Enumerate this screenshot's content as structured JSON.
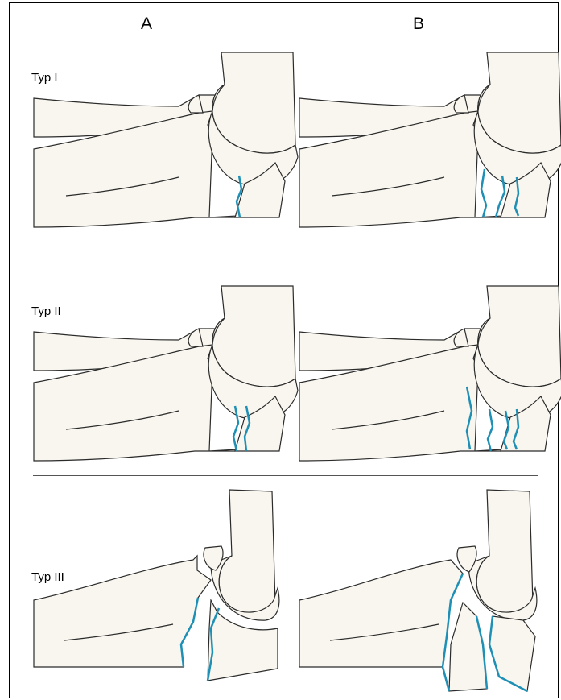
{
  "columns": {
    "a_label": "A",
    "b_label": "B"
  },
  "rows": [
    {
      "label": "Typ I"
    },
    {
      "label": "Typ II"
    },
    {
      "label": "Typ III"
    }
  ],
  "colors": {
    "bone_fill": "#f8f6ee",
    "bone_stroke": "#2b2b2b",
    "fracture": "#1e8fb5",
    "divider": "#555555"
  }
}
